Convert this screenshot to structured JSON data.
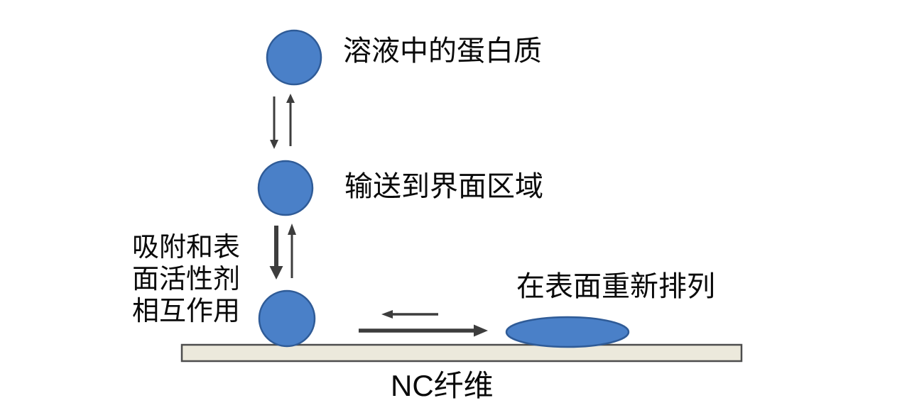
{
  "diagram": {
    "description": "protein-adsorption-on-nc-fiber-diagram",
    "labels": {
      "protein_in_solution": "溶液中的蛋白质",
      "transport_to_interface": "输送到界面区域",
      "adsorption_lines": [
        "吸附和表",
        "面活性剂",
        "相互作用"
      ],
      "rearrange_on_surface": "在表面重新排列",
      "nc_fiber": "NC纤维"
    },
    "colors": {
      "protein_fill": "#4a80c8",
      "protein_stroke": "#2f5b97",
      "arrow": "#3d3d3d",
      "bar_fill": "#ece9dc",
      "bar_stroke": "#4d4d4d",
      "text": "#0a0a0a",
      "background": "#ffffff"
    }
  }
}
